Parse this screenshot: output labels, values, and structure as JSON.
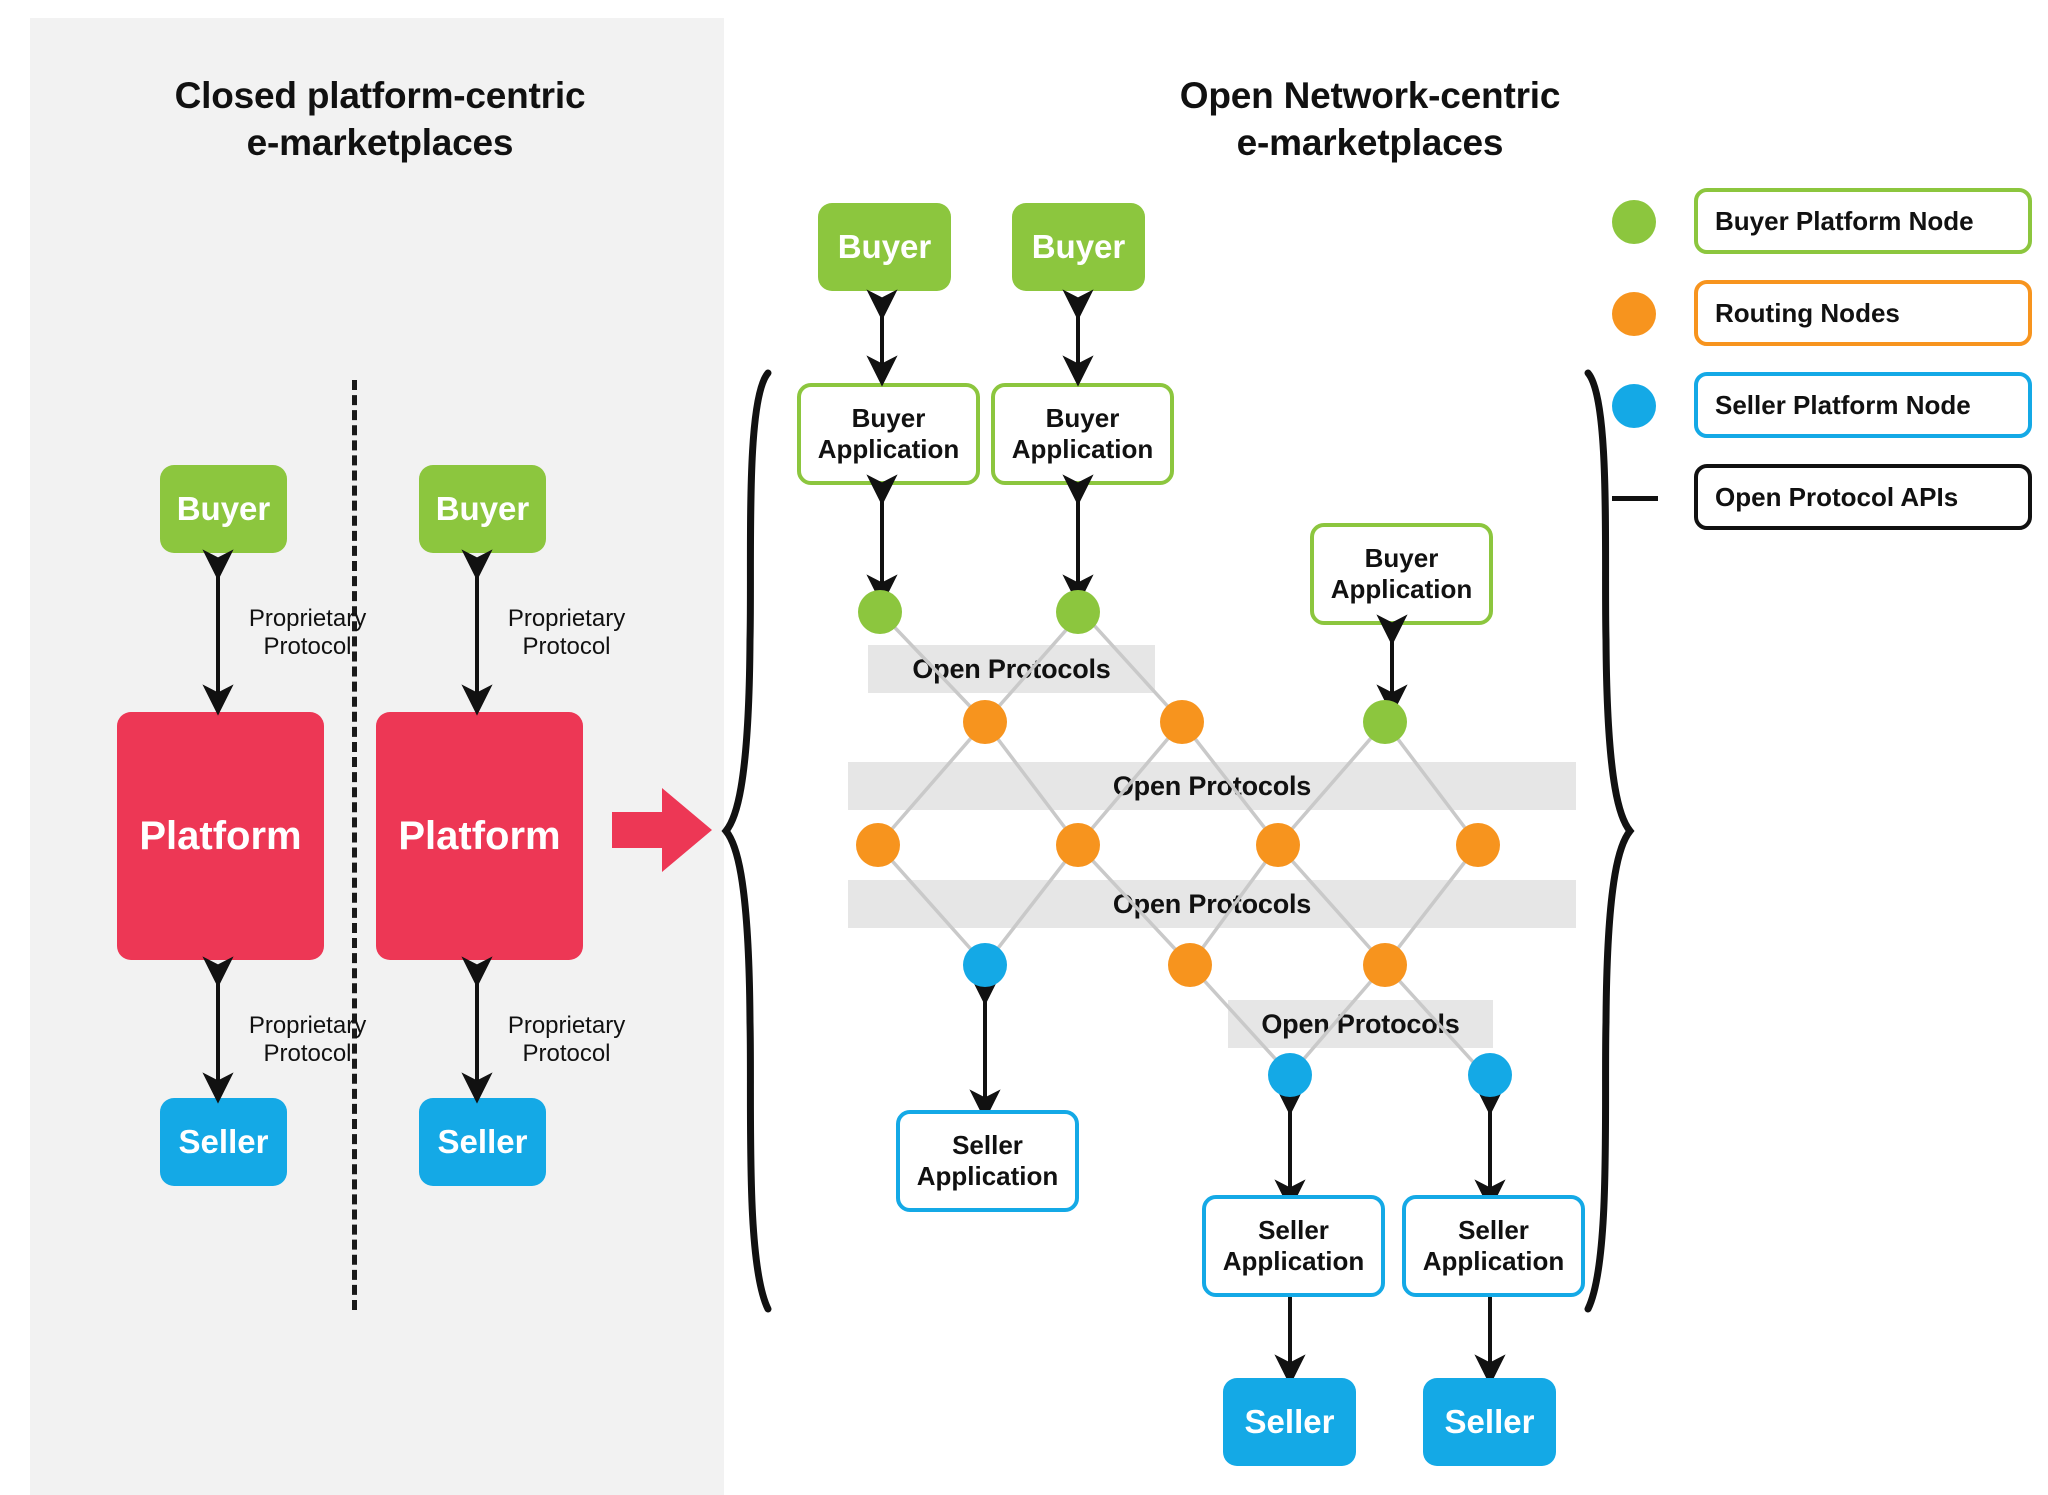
{
  "panels": {
    "left": {
      "title_line1": "Closed platform-centric",
      "title_line2": "e-marketplaces",
      "columns": [
        {
          "buyer": "Buyer",
          "protocol_line1": "Proprietary",
          "protocol_line2": "Protocol",
          "platform": "Platform",
          "protocol2_line1": "Proprietary",
          "protocol2_line2": "Protocol",
          "seller": "Seller"
        },
        {
          "buyer": "Buyer",
          "protocol_line1": "Proprietary",
          "protocol_line2": "Protocol",
          "platform": "Platform",
          "protocol2_line1": "Proprietary",
          "protocol2_line2": "Protocol",
          "seller": "Seller"
        }
      ]
    },
    "right": {
      "title_line1": "Open Network-centric",
      "title_line2": "e-marketplaces",
      "buyers": [
        "Buyer",
        "Buyer"
      ],
      "buyer_apps": [
        {
          "line1": "Buyer",
          "line2": "Application"
        },
        {
          "line1": "Buyer",
          "line2": "Application"
        },
        {
          "line1": "Buyer",
          "line2": "Application"
        }
      ],
      "seller_apps": [
        {
          "line1": "Seller",
          "line2": "Application"
        },
        {
          "line1": "Seller",
          "line2": "Application"
        },
        {
          "line1": "Seller",
          "line2": "Application"
        }
      ],
      "sellers": [
        "Seller",
        "Seller"
      ],
      "protocol_bands": [
        "Open Protocols",
        "Open Protocols",
        "Open Protocols",
        "Open Protocols"
      ]
    }
  },
  "legend": {
    "items": [
      {
        "label": "Buyer Platform Node",
        "color": "#8CC63E",
        "marker": "dot"
      },
      {
        "label": "Routing Nodes",
        "color": "#F7941E",
        "marker": "dot"
      },
      {
        "label": "Seller Platform Node",
        "color": "#14A9E6",
        "marker": "dot"
      },
      {
        "label": "Open Protocol APIs",
        "color": "#111111",
        "marker": "line"
      }
    ]
  },
  "colors": {
    "green": "#8CC63E",
    "orange": "#F7941E",
    "blue": "#14A9E6",
    "red": "#ED3755",
    "panel_bg": "#F2F2F2",
    "band_bg": "#E6E6E6",
    "mesh_line": "#C9C9C9"
  }
}
